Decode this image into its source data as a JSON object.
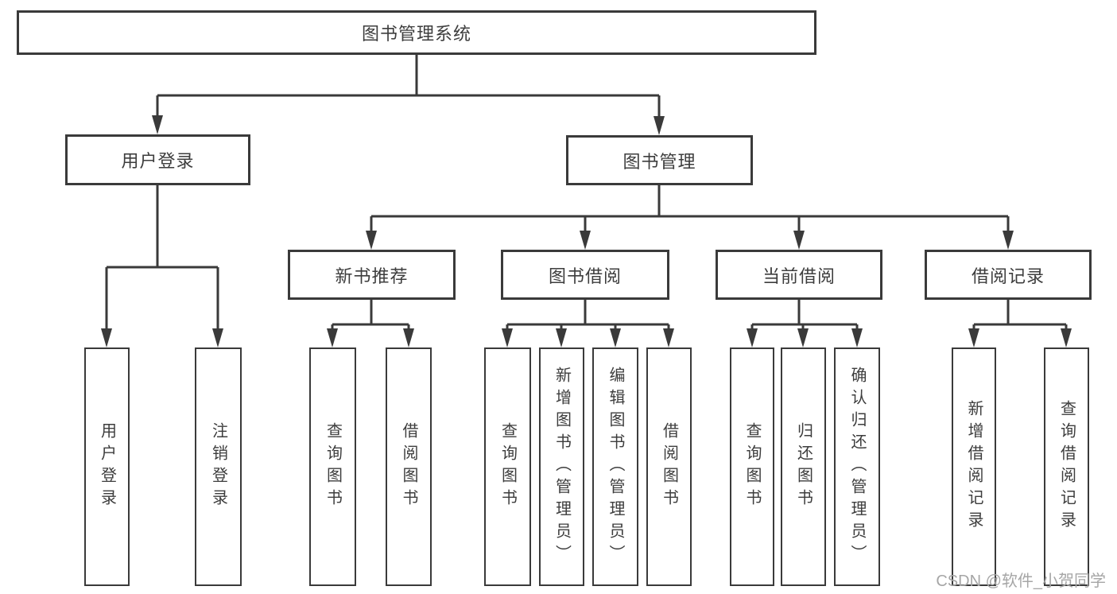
{
  "tree": {
    "label": "图书管理系统",
    "children": [
      {
        "label": "用户登录",
        "children": [
          {
            "label": "用户登录"
          },
          {
            "label": "注销登录"
          }
        ]
      },
      {
        "label": "图书管理",
        "children": [
          {
            "label": "新书推荐",
            "children": [
              {
                "label": "查询图书"
              },
              {
                "label": "借阅图书"
              }
            ]
          },
          {
            "label": "图书借阅",
            "children": [
              {
                "label": "查询图书"
              },
              {
                "label": "新增图书（管理员）"
              },
              {
                "label": "编辑图书（管理员）"
              },
              {
                "label": "借阅图书"
              }
            ]
          },
          {
            "label": "当前借阅",
            "children": [
              {
                "label": "查询图书"
              },
              {
                "label": "归还图书"
              },
              {
                "label": "确认归还（管理员）"
              }
            ]
          },
          {
            "label": "借阅记录",
            "children": [
              {
                "label": "新增借阅记录"
              },
              {
                "label": "查询借阅记录"
              }
            ]
          }
        ]
      }
    ]
  },
  "watermark": {
    "text": "CSDN @软件_小贺同学"
  },
  "colors": {
    "line": "#3a3a3a",
    "text": "#3d3d3d",
    "watermark": "#a6a6a6",
    "background": "#ffffff"
  }
}
